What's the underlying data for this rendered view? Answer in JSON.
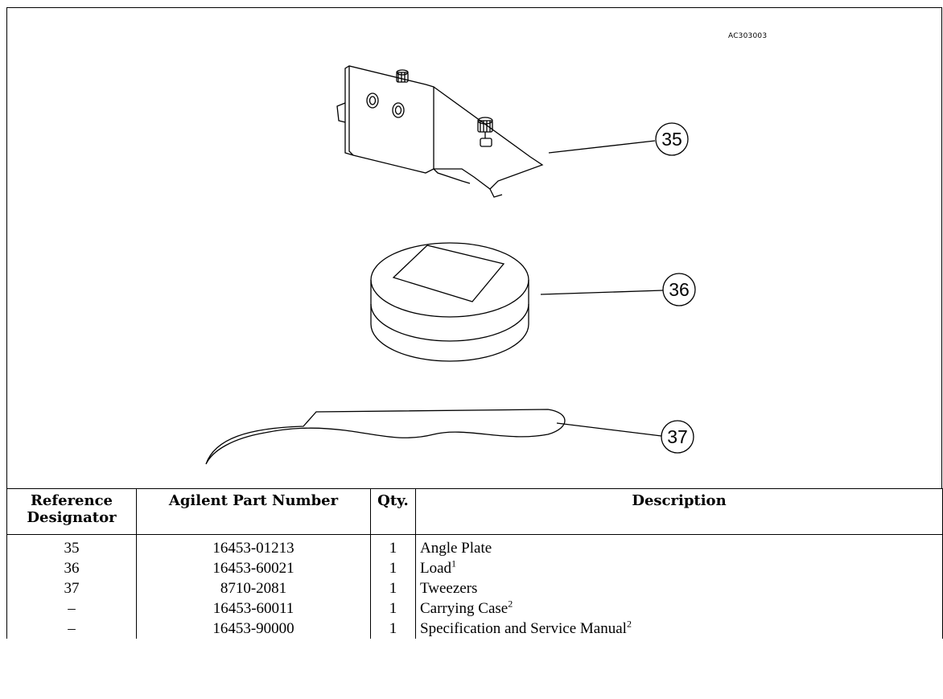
{
  "figure": {
    "code": "AC303003",
    "callouts": [
      "35",
      "36",
      "37"
    ]
  },
  "table": {
    "headers": {
      "ref": [
        "Reference",
        "Designator"
      ],
      "part": "Agilent Part Number",
      "qty": "Qty.",
      "desc": "Description"
    },
    "rows": [
      {
        "ref": "35",
        "part": "16453-01213",
        "qty": "1",
        "desc": "Angle Plate",
        "note": ""
      },
      {
        "ref": "36",
        "part": "16453-60021",
        "qty": "1",
        "desc": "Load",
        "note": "1"
      },
      {
        "ref": "37",
        "part": "8710-2081",
        "qty": "1",
        "desc": "Tweezers",
        "note": ""
      },
      {
        "ref": "–",
        "part": "16453-60011",
        "qty": "1",
        "desc": "Carrying Case",
        "note": "2"
      },
      {
        "ref": "–",
        "part": "16453-90000",
        "qty": "1",
        "desc": "Specification and Service Manual",
        "note": "2"
      }
    ]
  }
}
